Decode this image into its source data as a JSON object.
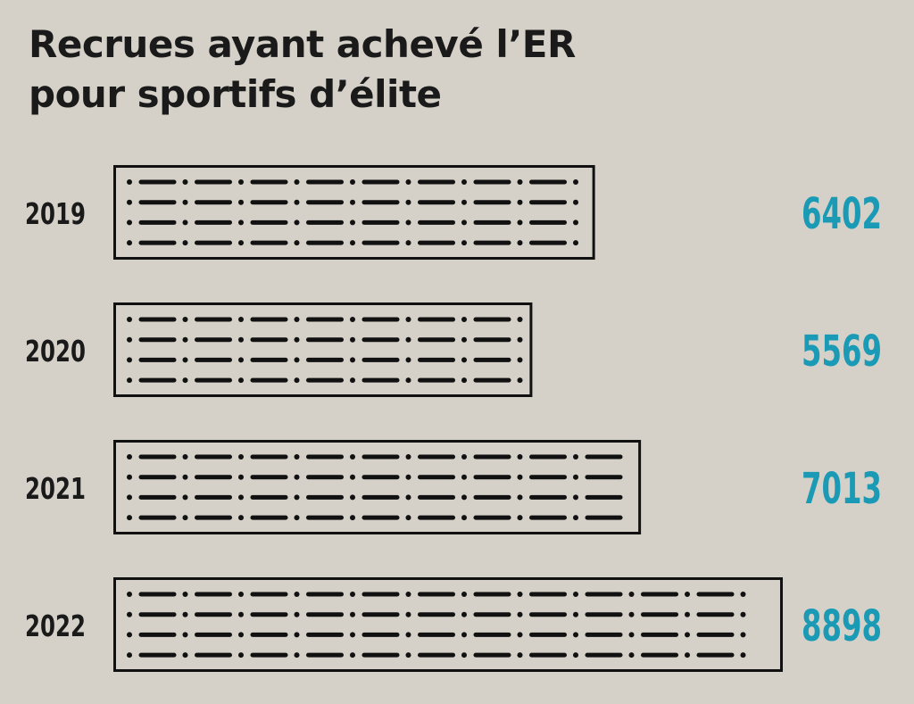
{
  "chart_data": {
    "type": "bar",
    "orientation": "horizontal",
    "title_lines": [
      "Recrues ayant achevé l’ER",
      "pour sportifs d’élite"
    ],
    "categories": [
      "2019",
      "2020",
      "2021",
      "2022"
    ],
    "values": [
      6402,
      5569,
      7013,
      8898
    ],
    "xlim": [
      0,
      8898
    ],
    "grid": false,
    "colors": {
      "value_label": "#1b9ab5",
      "bar_outline": "#111111",
      "background": "#d5d1c8"
    }
  }
}
